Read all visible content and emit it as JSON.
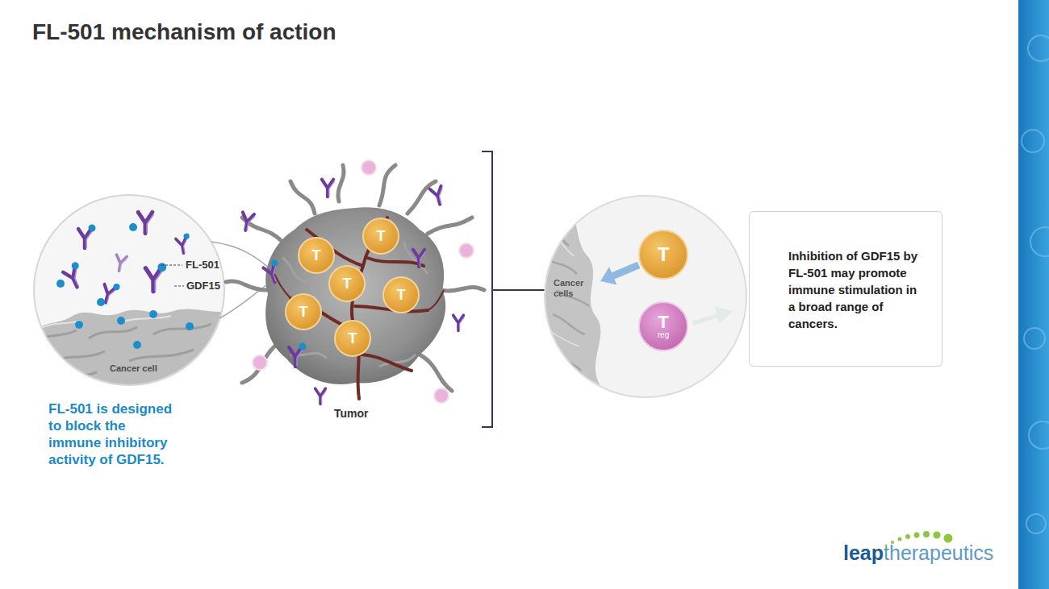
{
  "diagram": {
    "title": "FL-501 mechanism of action",
    "nodes": [
      {
        "text": [
          "T"
        ]
      },
      {
        "text": [
          "T"
        ]
      },
      {
        "text": [
          "T"
        ]
      },
      {
        "text": [
          "T"
        ]
      },
      {
        "text": [
          "T"
        ]
      },
      {
        "text": [
          "T"
        ]
      },
      {
        "text": [
          "Cancer cells"
        ]
      },
      {
        "text": [
          "T"
        ]
      },
      {
        "text": [
          "T",
          "reg"
        ]
      },
      {
        "text": [
          "Inhibition of GDF15 by FL-501 may promote immune stimulation in a broad range of cancers."
        ]
      }
    ],
    "edges": [
      {
        "from": 7,
        "to": 6,
        "arrow": "to"
      }
    ],
    "labels": [
      "FL-501",
      "GDF15",
      "Cancer cell",
      "FL-501 is designed to block the immune inhibitory activity of GDF15.",
      "Tumor",
      "leap",
      "therapeutics"
    ]
  }
}
